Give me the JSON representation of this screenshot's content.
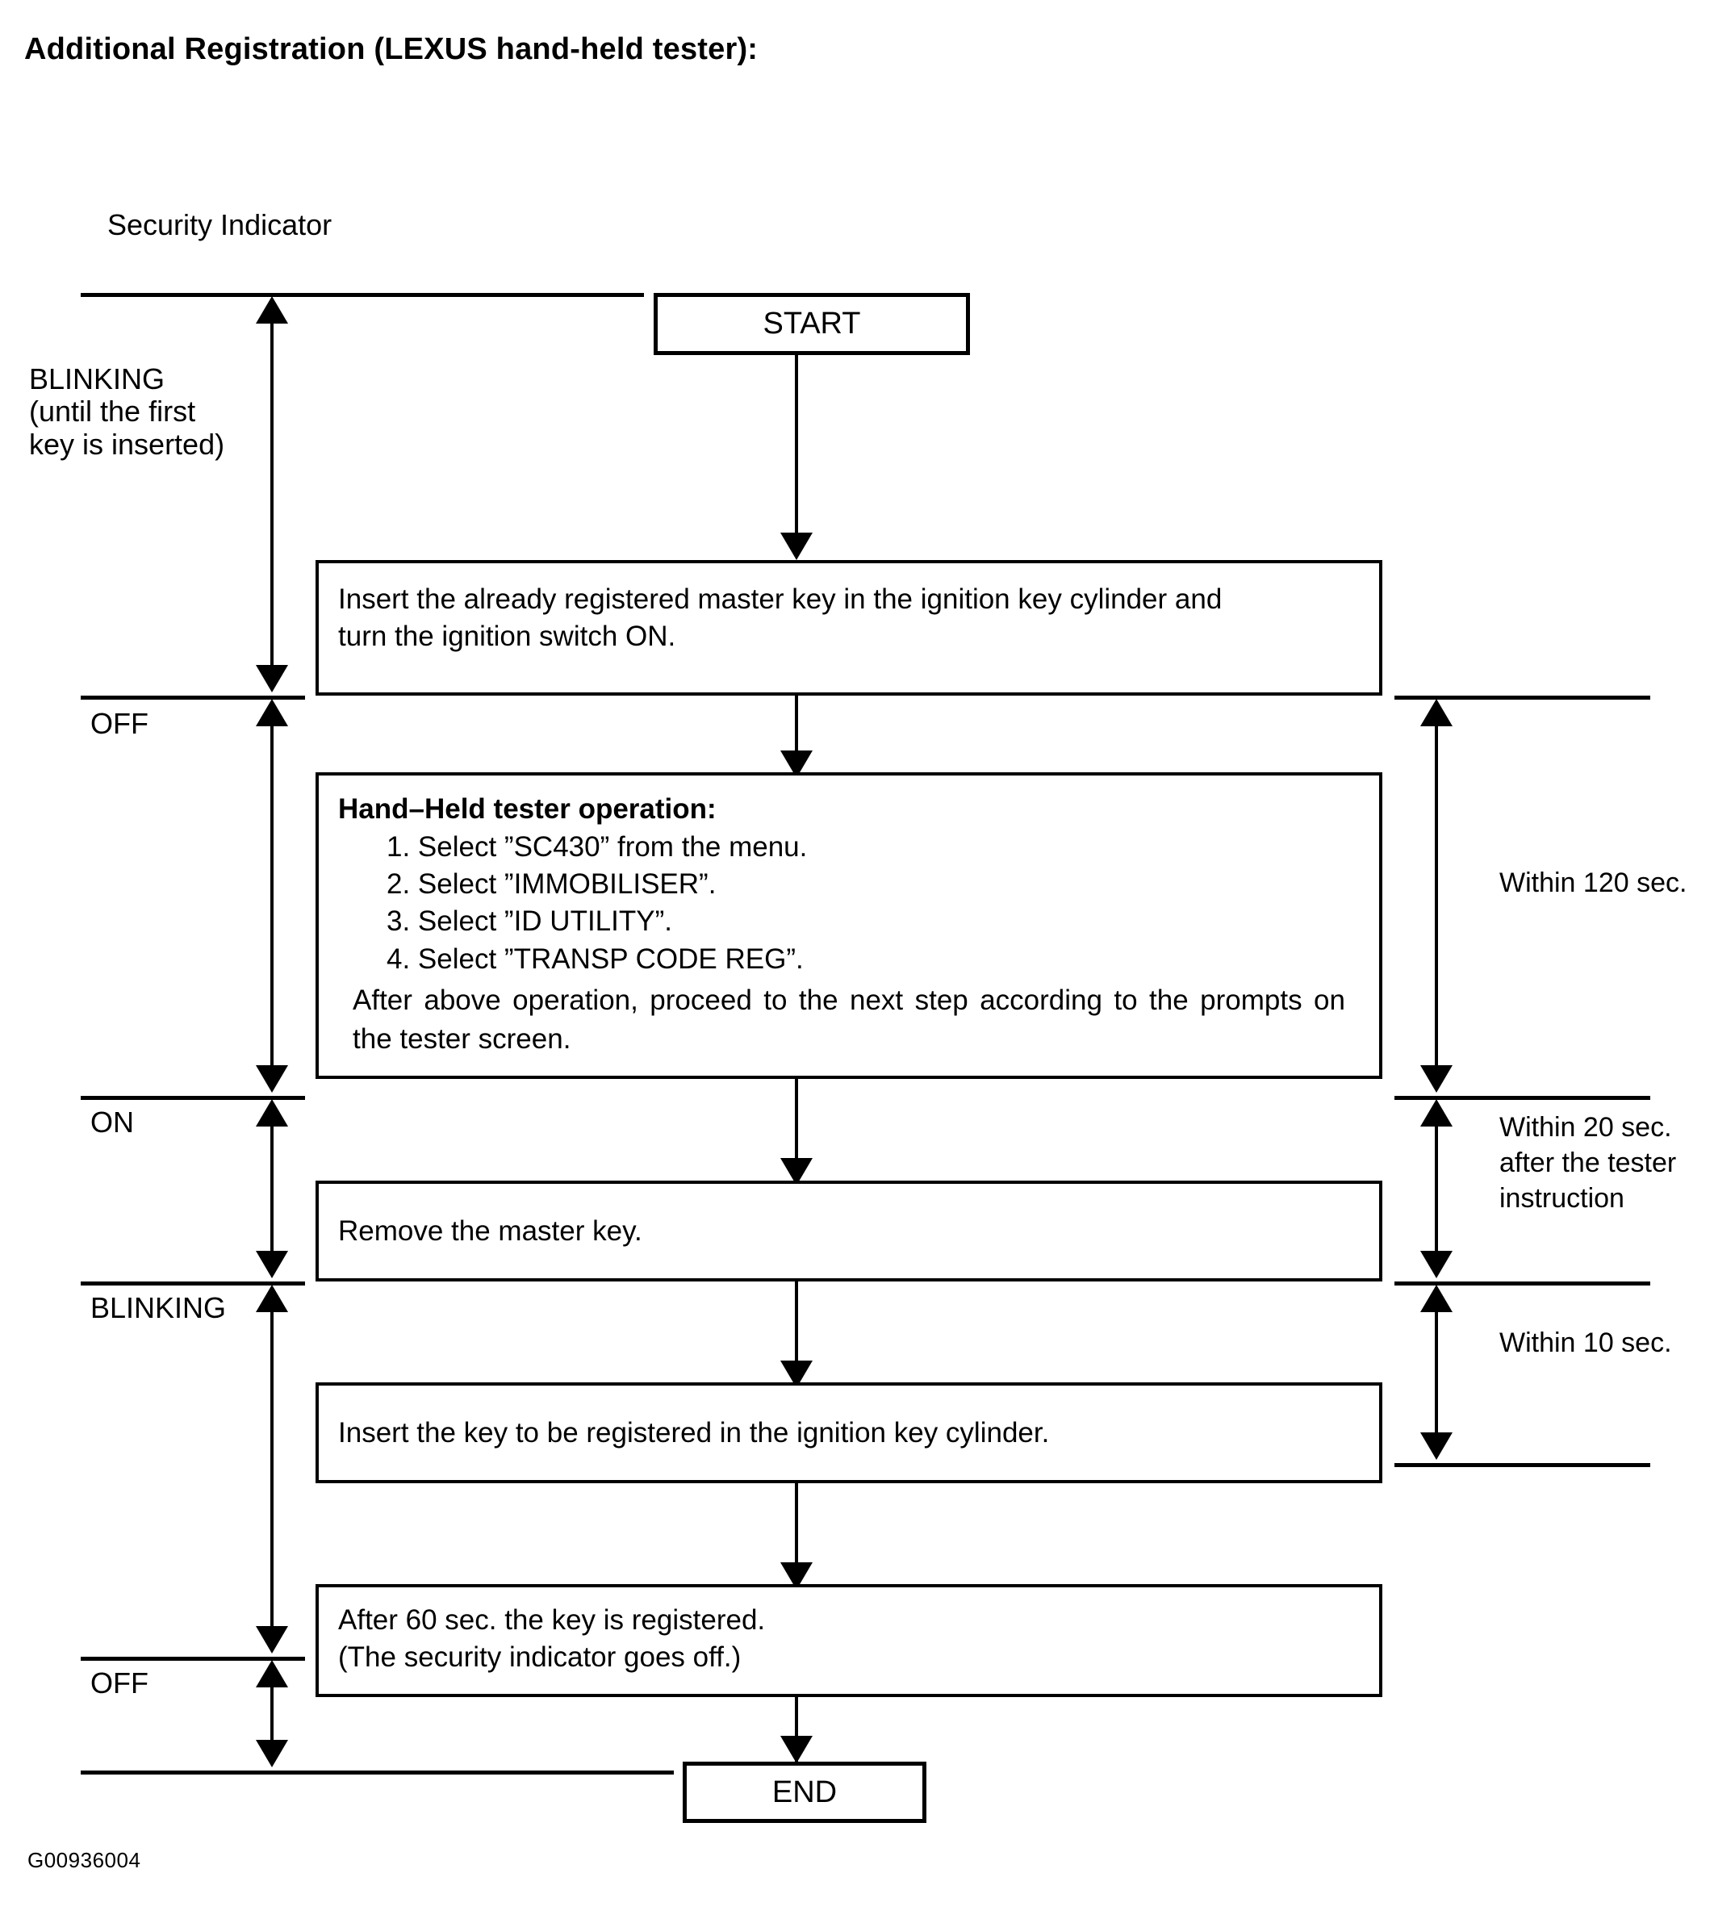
{
  "page": {
    "title": "Additional Registration (LEXUS hand-held tester):",
    "figure_id": "G00936004"
  },
  "indicator_column": {
    "heading": "Security Indicator",
    "states": [
      {
        "label": "BLINKING\n(until the first\nkey is inserted)"
      },
      {
        "label": "OFF"
      },
      {
        "label": "ON"
      },
      {
        "label": "BLINKING"
      },
      {
        "label": "OFF"
      }
    ]
  },
  "flow": {
    "start": "START",
    "end": "END",
    "steps": [
      {
        "id": "insert-master-key",
        "lines": [
          "Insert the already registered master key in the ignition key cylinder and",
          "turn the ignition switch ON."
        ]
      },
      {
        "id": "hand-held-tester",
        "heading": "Hand–Held tester operation:",
        "items": [
          "1. Select ”SC430” from the menu.",
          "2. Select ”IMMOBILISER”.",
          "3. Select ”ID UTILITY”.",
          "4. Select ”TRANSP CODE REG”."
        ],
        "tail": "After above operation, proceed to the next step according to the prompts on the tester screen."
      },
      {
        "id": "remove-master-key",
        "lines": [
          "Remove the master key."
        ]
      },
      {
        "id": "insert-new-key",
        "lines": [
          "Insert the key to be registered in the ignition key cylinder."
        ]
      },
      {
        "id": "key-registered",
        "lines": [
          "After 60 sec. the key is registered.",
          "(The security indicator goes off.)"
        ]
      }
    ]
  },
  "timing_column": {
    "entries": [
      {
        "label": "Within 120 sec."
      },
      {
        "label": "Within 20 sec.\nafter the tester\ninstruction"
      },
      {
        "label": "Within 10 sec."
      }
    ]
  }
}
